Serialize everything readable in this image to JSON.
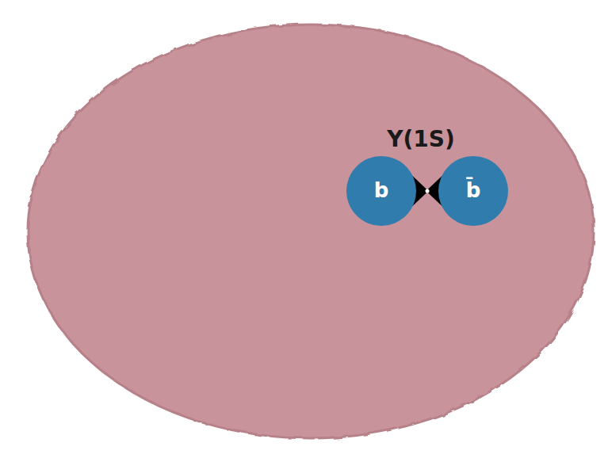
{
  "diagram": {
    "nodes": [
      {
        "text": [
          "b"
        ]
      },
      {
        "text": [
          "b̄"
        ]
      }
    ],
    "edges": [
      {
        "from": 0,
        "to": 1,
        "arrow": "none"
      }
    ],
    "labels": [
      "Υ(1S)"
    ]
  }
}
